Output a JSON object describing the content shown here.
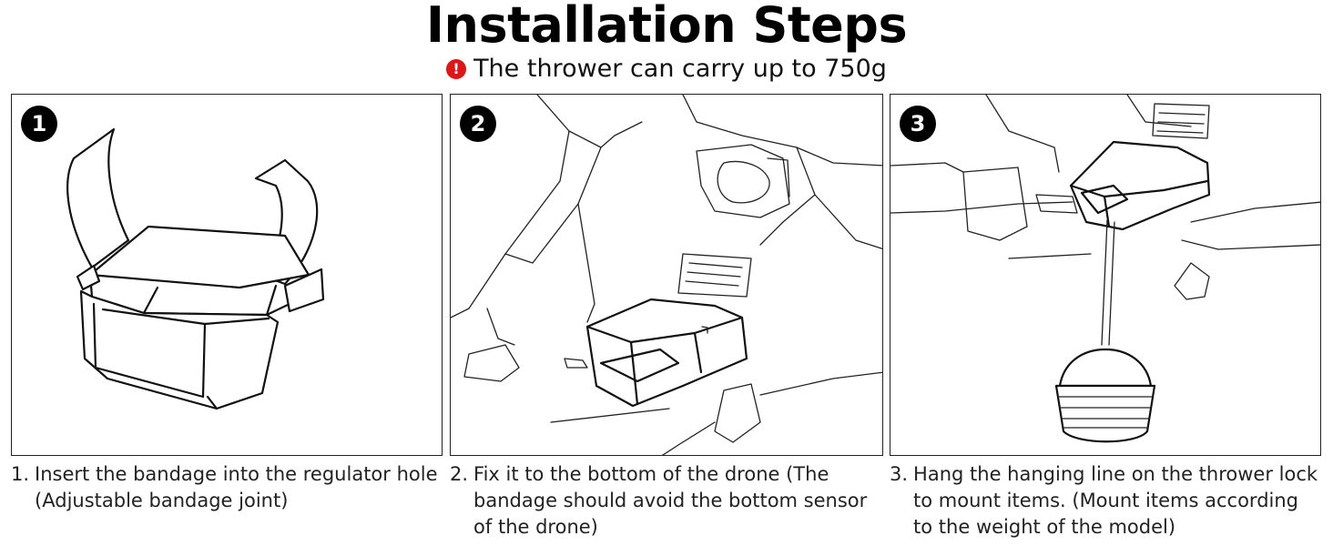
{
  "header": {
    "title": "Installation Steps",
    "notice_icon": "exclamation-icon",
    "notice": "The thrower can carry up to 750g"
  },
  "steps": [
    {
      "number": "1",
      "num_label": "1.",
      "text": "Insert the bandage into the regulator hole (Adjustable bandage joint)"
    },
    {
      "number": "2",
      "num_label": "2.",
      "text": "Fix it to the bottom of the drone (The bandage should avoid the bottom sensor of the drone)"
    },
    {
      "number": "3",
      "num_label": "3.",
      "text": "Hang the hanging line on the thrower lock to mount items. (Mount items according to the weight of the model)"
    }
  ],
  "colors": {
    "notice_icon": "#e01515",
    "badge": "#000000",
    "border": "#222222"
  }
}
